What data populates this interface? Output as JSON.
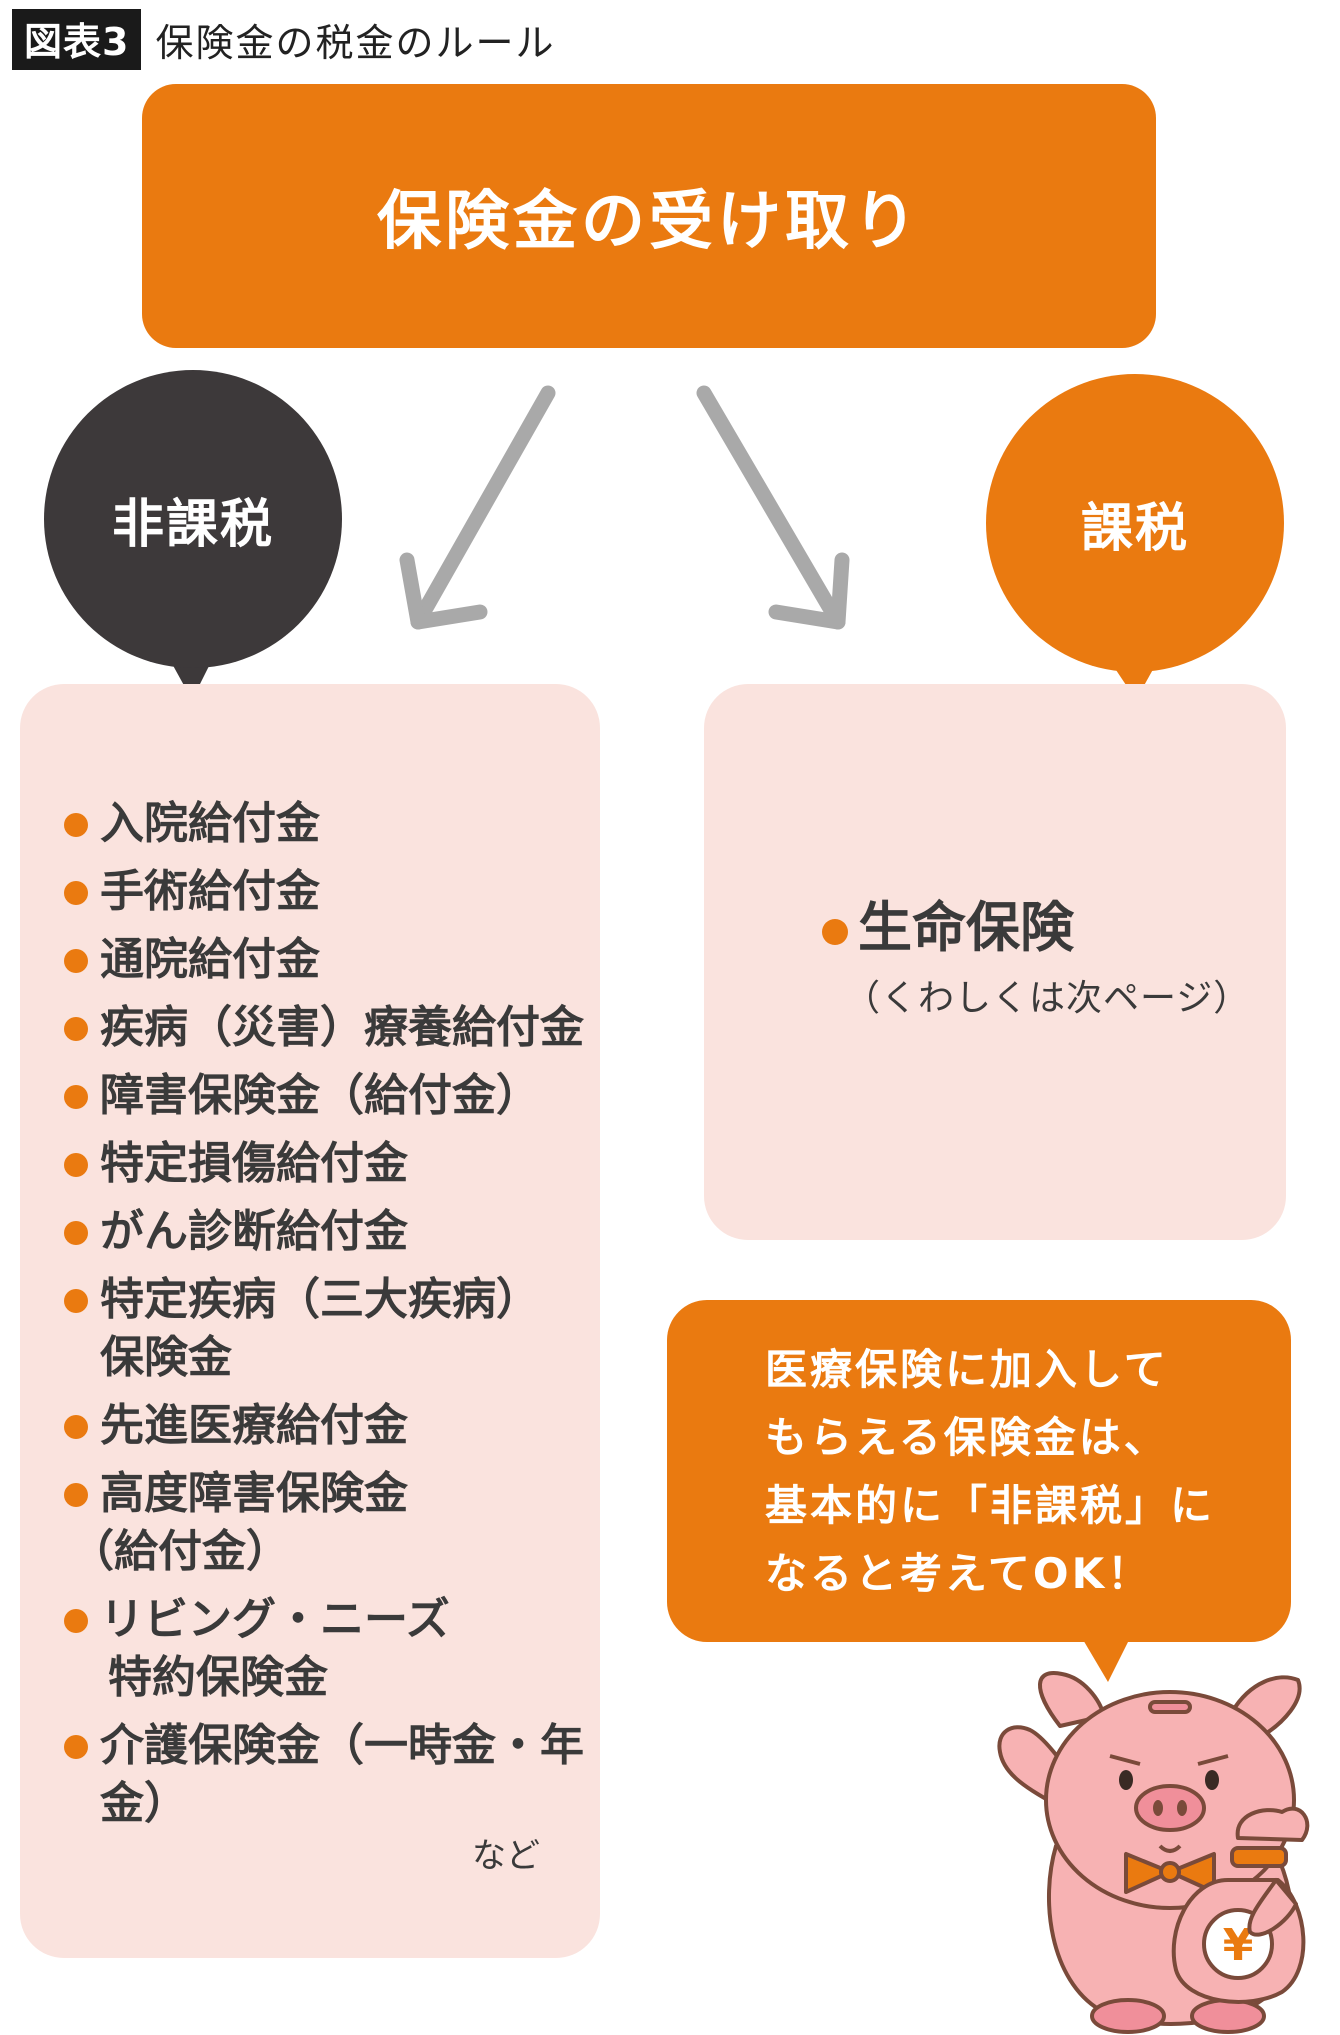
{
  "header": {
    "figure_label": "図表3",
    "title": "保険金の税金のルール"
  },
  "top_box": {
    "label": "保険金の受け取り"
  },
  "left": {
    "category": "非課税",
    "items": [
      [
        "入院給付金"
      ],
      [
        "手術給付金"
      ],
      [
        "通院給付金"
      ],
      [
        "疾病（災害）療養給付金"
      ],
      [
        "障害保険金（給付金）"
      ],
      [
        "特定損傷給付金"
      ],
      [
        "がん診断給付金"
      ],
      [
        "特定疾病（三大疾病）",
        "保険金"
      ],
      [
        "先進医療給付金"
      ],
      [
        "高度障害保険金",
        "（給付金）"
      ],
      [
        "リビング・ニーズ",
        "特約保険金"
      ],
      [
        "介護保険金（一時金・年金）"
      ]
    ],
    "footnote": "など"
  },
  "right": {
    "category": "課税",
    "item": "生命保険",
    "note": "（くわしくは次ページ）"
  },
  "bubble": {
    "lines": [
      "医療保険に加入して",
      "もらえる保険金は、",
      "基本的に「非課税」に",
      "なると考えてOK！"
    ]
  },
  "colors": {
    "accent_orange": "#ea7a10",
    "dark": "#3d393a",
    "panel_pink": "#fae3de",
    "arrow_gray": "#a9a9a9",
    "pig_pink": "#f7b2b3"
  },
  "icons": [
    "gray-arrow-icon",
    "pig-mascot-icon",
    "yen-money-bag-icon"
  ]
}
